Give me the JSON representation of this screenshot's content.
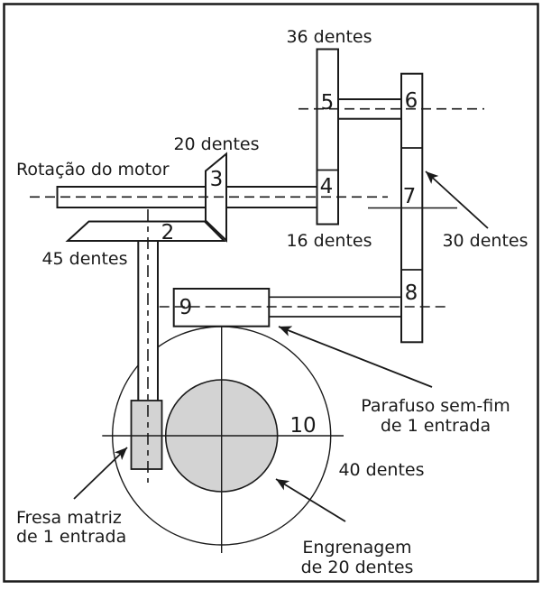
{
  "diagram": {
    "labels": {
      "teeth36": "36 dentes",
      "teeth20": "20 dentes",
      "motor_rotation": "Rotação do motor",
      "teeth45": "45 dentes",
      "teeth16": "16 dentes",
      "teeth30": "30 dentes",
      "worm_line1": "Parafuso sem-fim",
      "worm_line2": "de 1 entrada",
      "teeth40": "40 dentes",
      "hob_line1": "Fresa matriz",
      "hob_line2": "de 1 entrada",
      "gear_line1": "Engrenagem",
      "gear_line2": "de 20 dentes"
    },
    "parts": {
      "p2": "2",
      "p3": "3",
      "p4": "4",
      "p5": "5",
      "p6": "6",
      "p7": "7",
      "p8": "8",
      "p9": "9",
      "p10": "10"
    },
    "colors": {
      "line": "#1a1a1a",
      "gray_fill": "#d3d3d3",
      "background": "#ffffff"
    }
  }
}
